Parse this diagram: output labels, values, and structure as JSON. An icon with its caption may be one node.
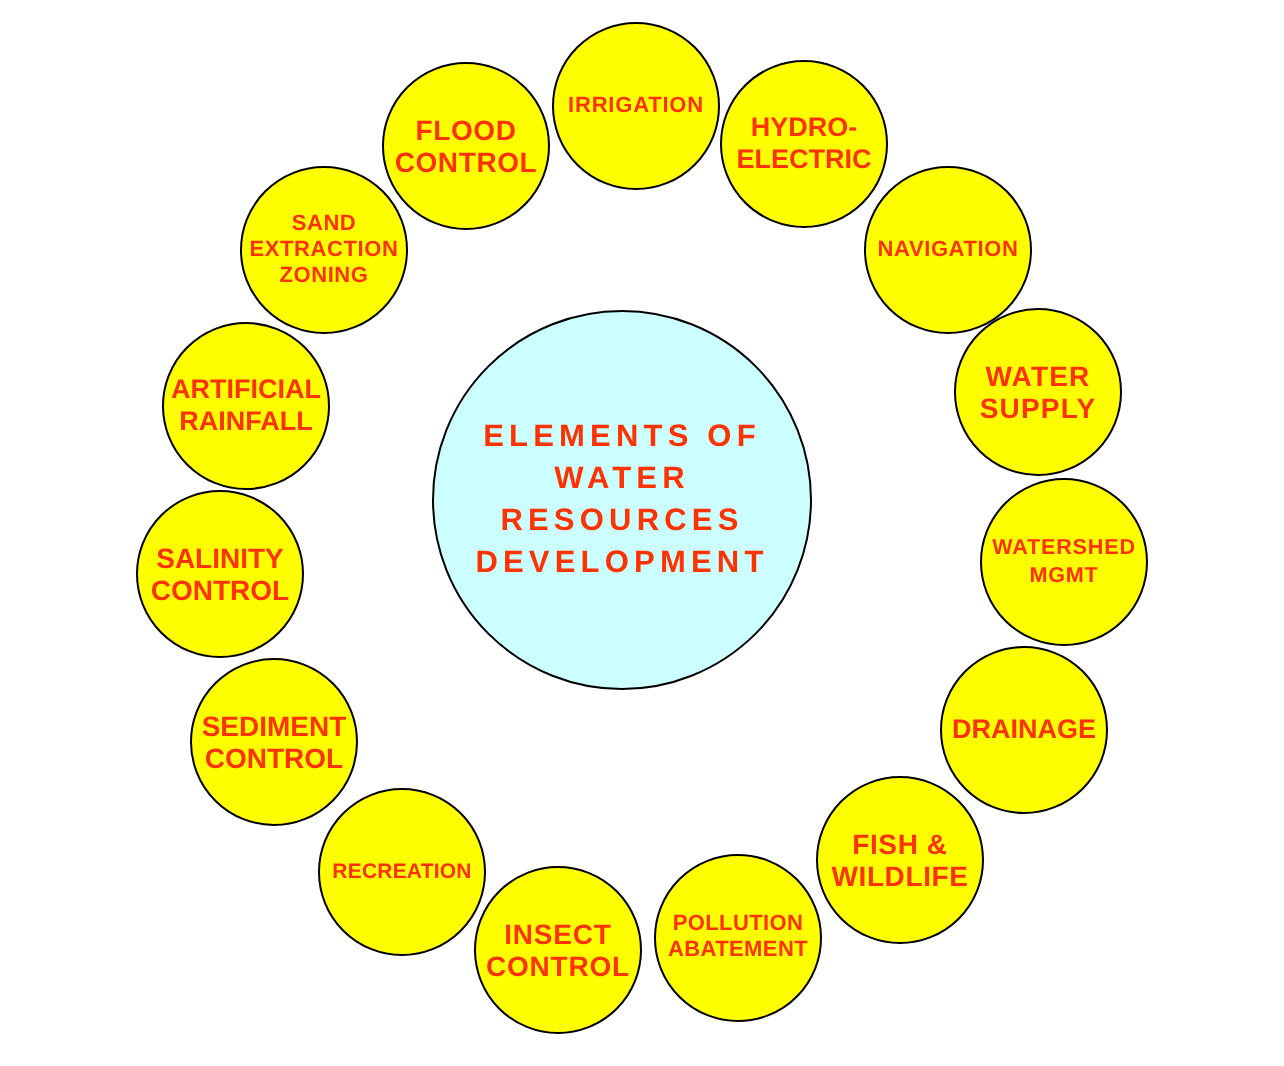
{
  "diagram": {
    "nodes": [
      {
        "text": [
          "ELEMENTS OF WATER RESOURCES DEVELOPMENT"
        ]
      },
      {
        "text": [
          "IRRIGATION"
        ]
      },
      {
        "text": [
          "HYDRO-ELECTRIC"
        ]
      },
      {
        "text": [
          "NAVIGATION"
        ]
      },
      {
        "text": [
          "WATER SUPPLY"
        ]
      },
      {
        "text": [
          "WATERSHED MGMT"
        ]
      },
      {
        "text": [
          "DRAINAGE"
        ]
      },
      {
        "text": [
          "FISH & WILDLIFE"
        ]
      },
      {
        "text": [
          "POLLUTION ABATEMENT"
        ]
      },
      {
        "text": [
          "INSECT CONTROL"
        ]
      },
      {
        "text": [
          "RECREATION"
        ]
      },
      {
        "text": [
          "SEDIMENT CONTROL"
        ]
      },
      {
        "text": [
          "SALINITY CONTROL"
        ]
      },
      {
        "text": [
          "ARTIFICIAL RAINFALL"
        ]
      },
      {
        "text": [
          "SAND EXTRACTION ZONING"
        ]
      },
      {
        "text": [
          "FLOOD CONTROL"
        ]
      }
    ]
  }
}
